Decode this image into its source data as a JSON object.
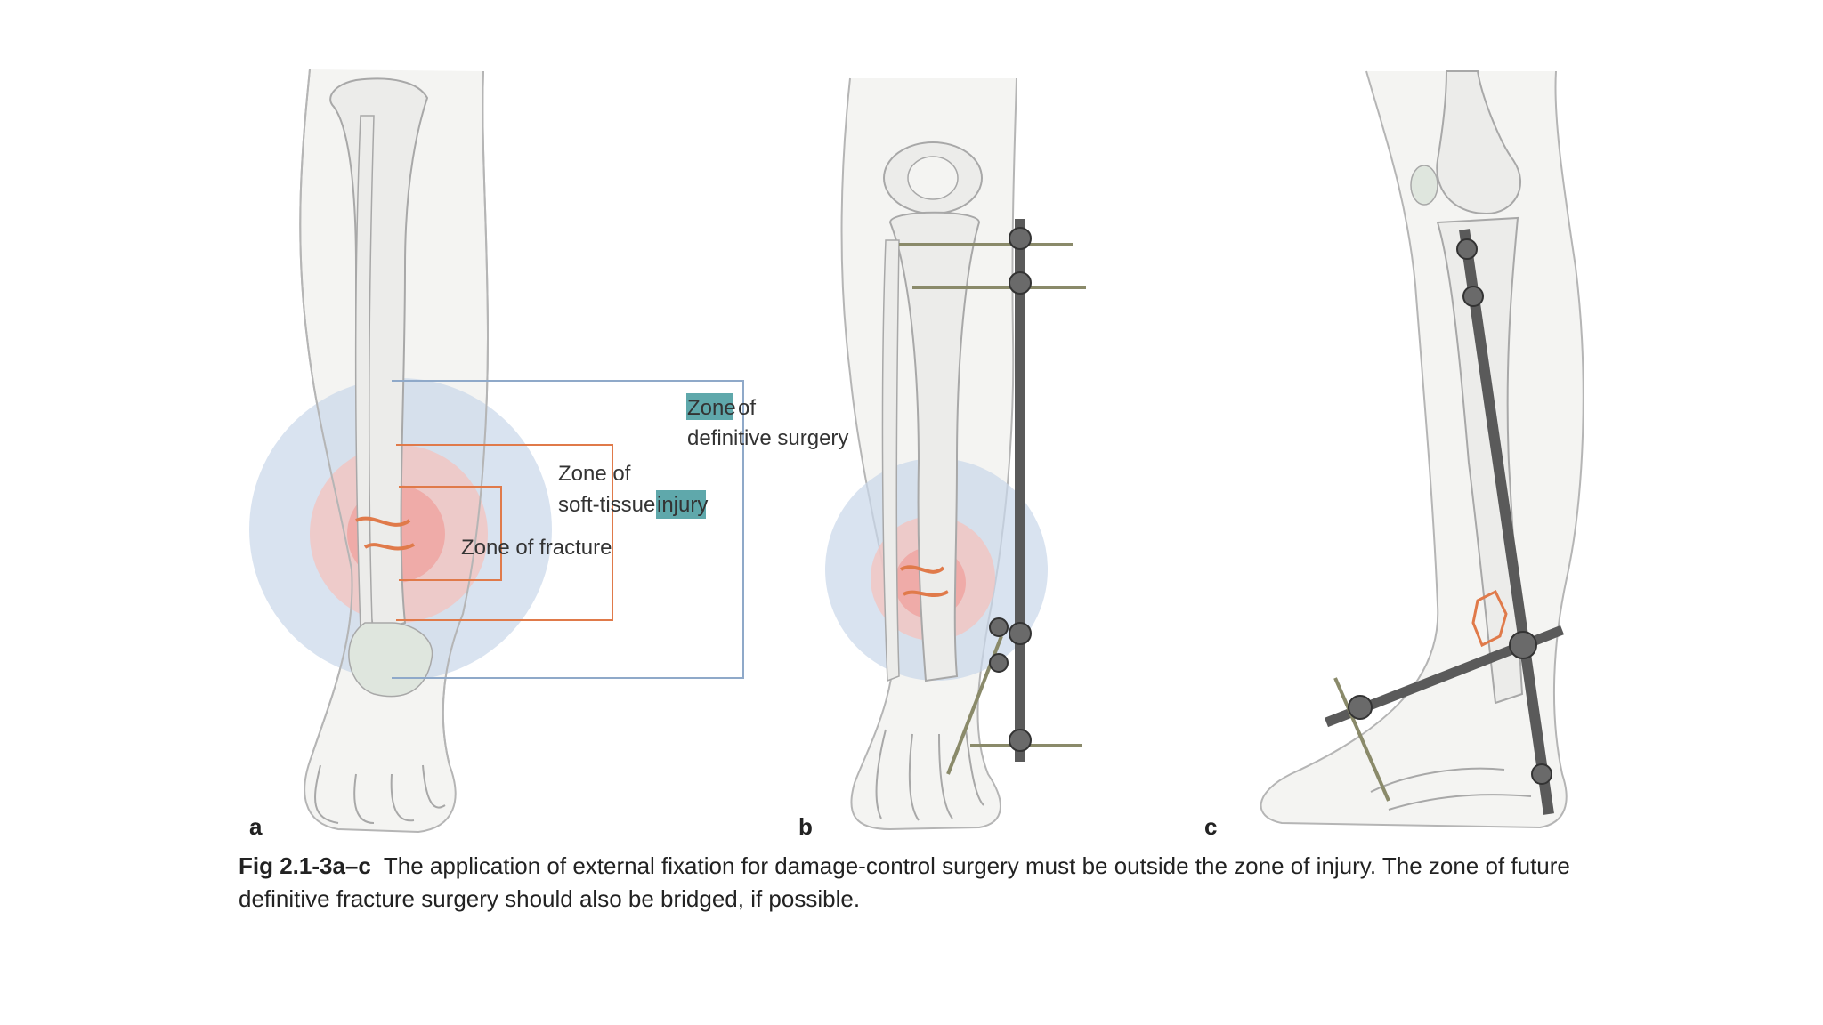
{
  "labels": {
    "zone_definitive_word": "Zone",
    "zone_definitive_of": "of",
    "zone_definitive_line2": "definitive surgery",
    "zone_softtissue_line1": "Zone of",
    "zone_softtissue_line2a": "soft-tissue",
    "zone_softtissue_line2b": "injury",
    "zone_fracture": "Zone of fracture"
  },
  "panels": [
    "a",
    "b",
    "c"
  ],
  "caption": {
    "fig": "Fig 2.1-3a–c",
    "text": "The application of external fixation for damage-control surgery must be outside the zone of injury. The zone of future definitive fracture surgery should also be bridged, if possible."
  },
  "colors": {
    "highlight": "#5fa8ab",
    "zone_definitive": "#c9d7ea",
    "zone_softtissue": "#f3c4c0",
    "zone_fracture": "#ef9e9a",
    "bracket_orange": "#e07a4a",
    "bracket_blue": "#8fa9c9",
    "fixator": "#5a5a5a"
  }
}
